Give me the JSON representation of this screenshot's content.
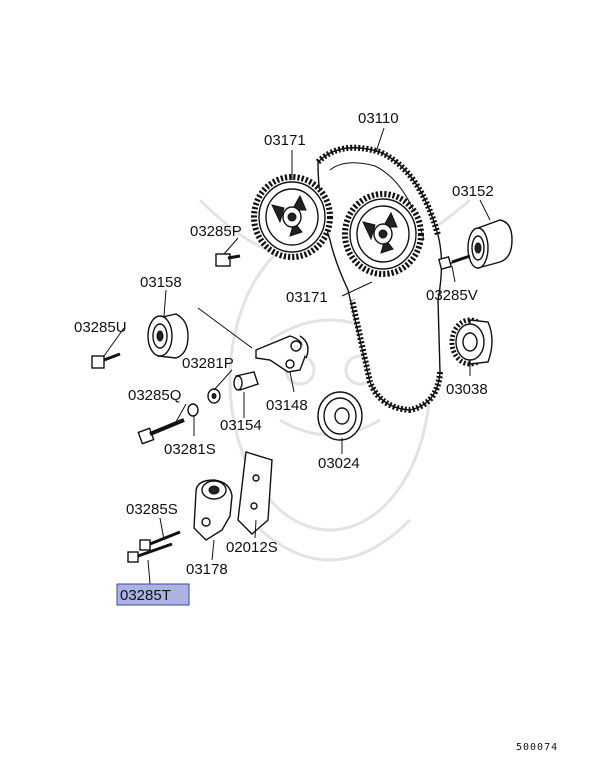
{
  "labels": {
    "l03110": "03110",
    "l03171a": "03171",
    "l03152": "03152",
    "l03285P": "03285P",
    "l03171b": "03171",
    "l03285V": "03285V",
    "l03158": "03158",
    "l03285U": "03285U",
    "l03281P": "03281P",
    "l03038": "03038",
    "l03285Q": "03285Q",
    "l03148": "03148",
    "l03154": "03154",
    "l03281S": "03281S",
    "l03024": "03024",
    "l03285S": "03285S",
    "l02012S": "02012S",
    "l03178": "03178",
    "l03285T": "03285T"
  },
  "diagram_code": "500074",
  "colors": {
    "highlight_fill": "#a9b4e2",
    "highlight_stroke": "#3b4aa8",
    "watermark": "#e3e3e3"
  }
}
